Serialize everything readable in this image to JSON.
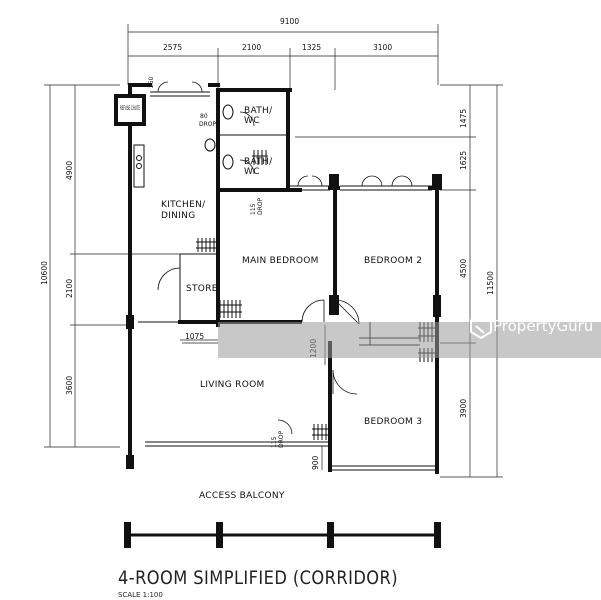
{
  "title": "4-ROOM SIMPLIFIED (CORRIDOR)",
  "scale": "SCALE  1:100",
  "watermark": "PropertyGuru",
  "rooms": {
    "refuse_chute": "REFUSE CHUTE",
    "bath_wc_1": "BATH/",
    "bath_wc_1b": "WC",
    "bath_wc_2": "BATH/",
    "bath_wc_2b": "WC",
    "kitchen": "KITCHEN/",
    "kitchen_b": "DINING",
    "store": "STORE",
    "main_bedroom": "MAIN BEDROOM",
    "bedroom_2": "BEDROOM 2",
    "bedroom_3": "BEDROOM 3",
    "living_room": "LIVING ROOM",
    "access_balcony": "ACCESS BALCONY",
    "drop_80": "80",
    "drop_80b": "DROP",
    "drop_115a": "115",
    "drop_115ab": "DROP",
    "drop_115b": "115",
    "drop_115bb": "DROP"
  },
  "dimensions": {
    "top_total": "9100",
    "top_segments": [
      "2575",
      "2100",
      "1325",
      "3100"
    ],
    "top_small": "250",
    "left_total": "10600",
    "left_segments": [
      "4900",
      "2100",
      "3600"
    ],
    "right_total": "11500",
    "right_segments": [
      "1475",
      "1625",
      "4500",
      "3900"
    ],
    "inner_1075": "1075",
    "inner_1200": "1200",
    "inner_900": "900"
  }
}
